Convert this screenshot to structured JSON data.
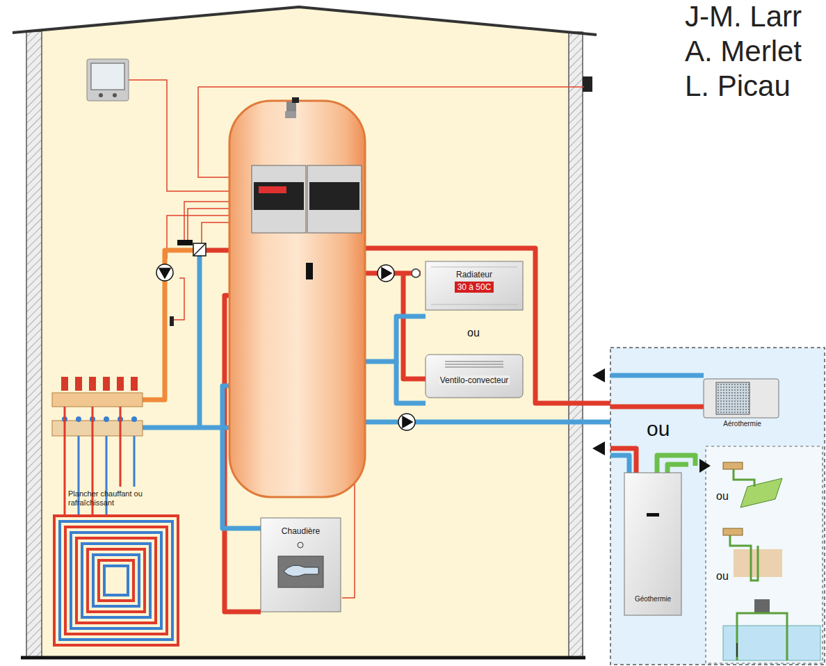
{
  "diagram": {
    "nodes": [
      {
        "text": [
          "Radiateur",
          "30 à 50C"
        ]
      },
      {
        "text": [
          "Ventilo-convecteur"
        ]
      },
      {
        "text": [
          "Plancher chauffant ou rafraîchissant"
        ]
      },
      {
        "text": [
          "Chaudière"
        ]
      },
      {
        "text": [
          "Aérothermie"
        ]
      },
      {
        "text": [
          "Géothermie"
        ]
      }
    ],
    "labels": [
      "J-M. Larr",
      "A. Merlet",
      "L. Picau",
      "ou",
      "ou",
      "ou",
      "ou"
    ]
  }
}
